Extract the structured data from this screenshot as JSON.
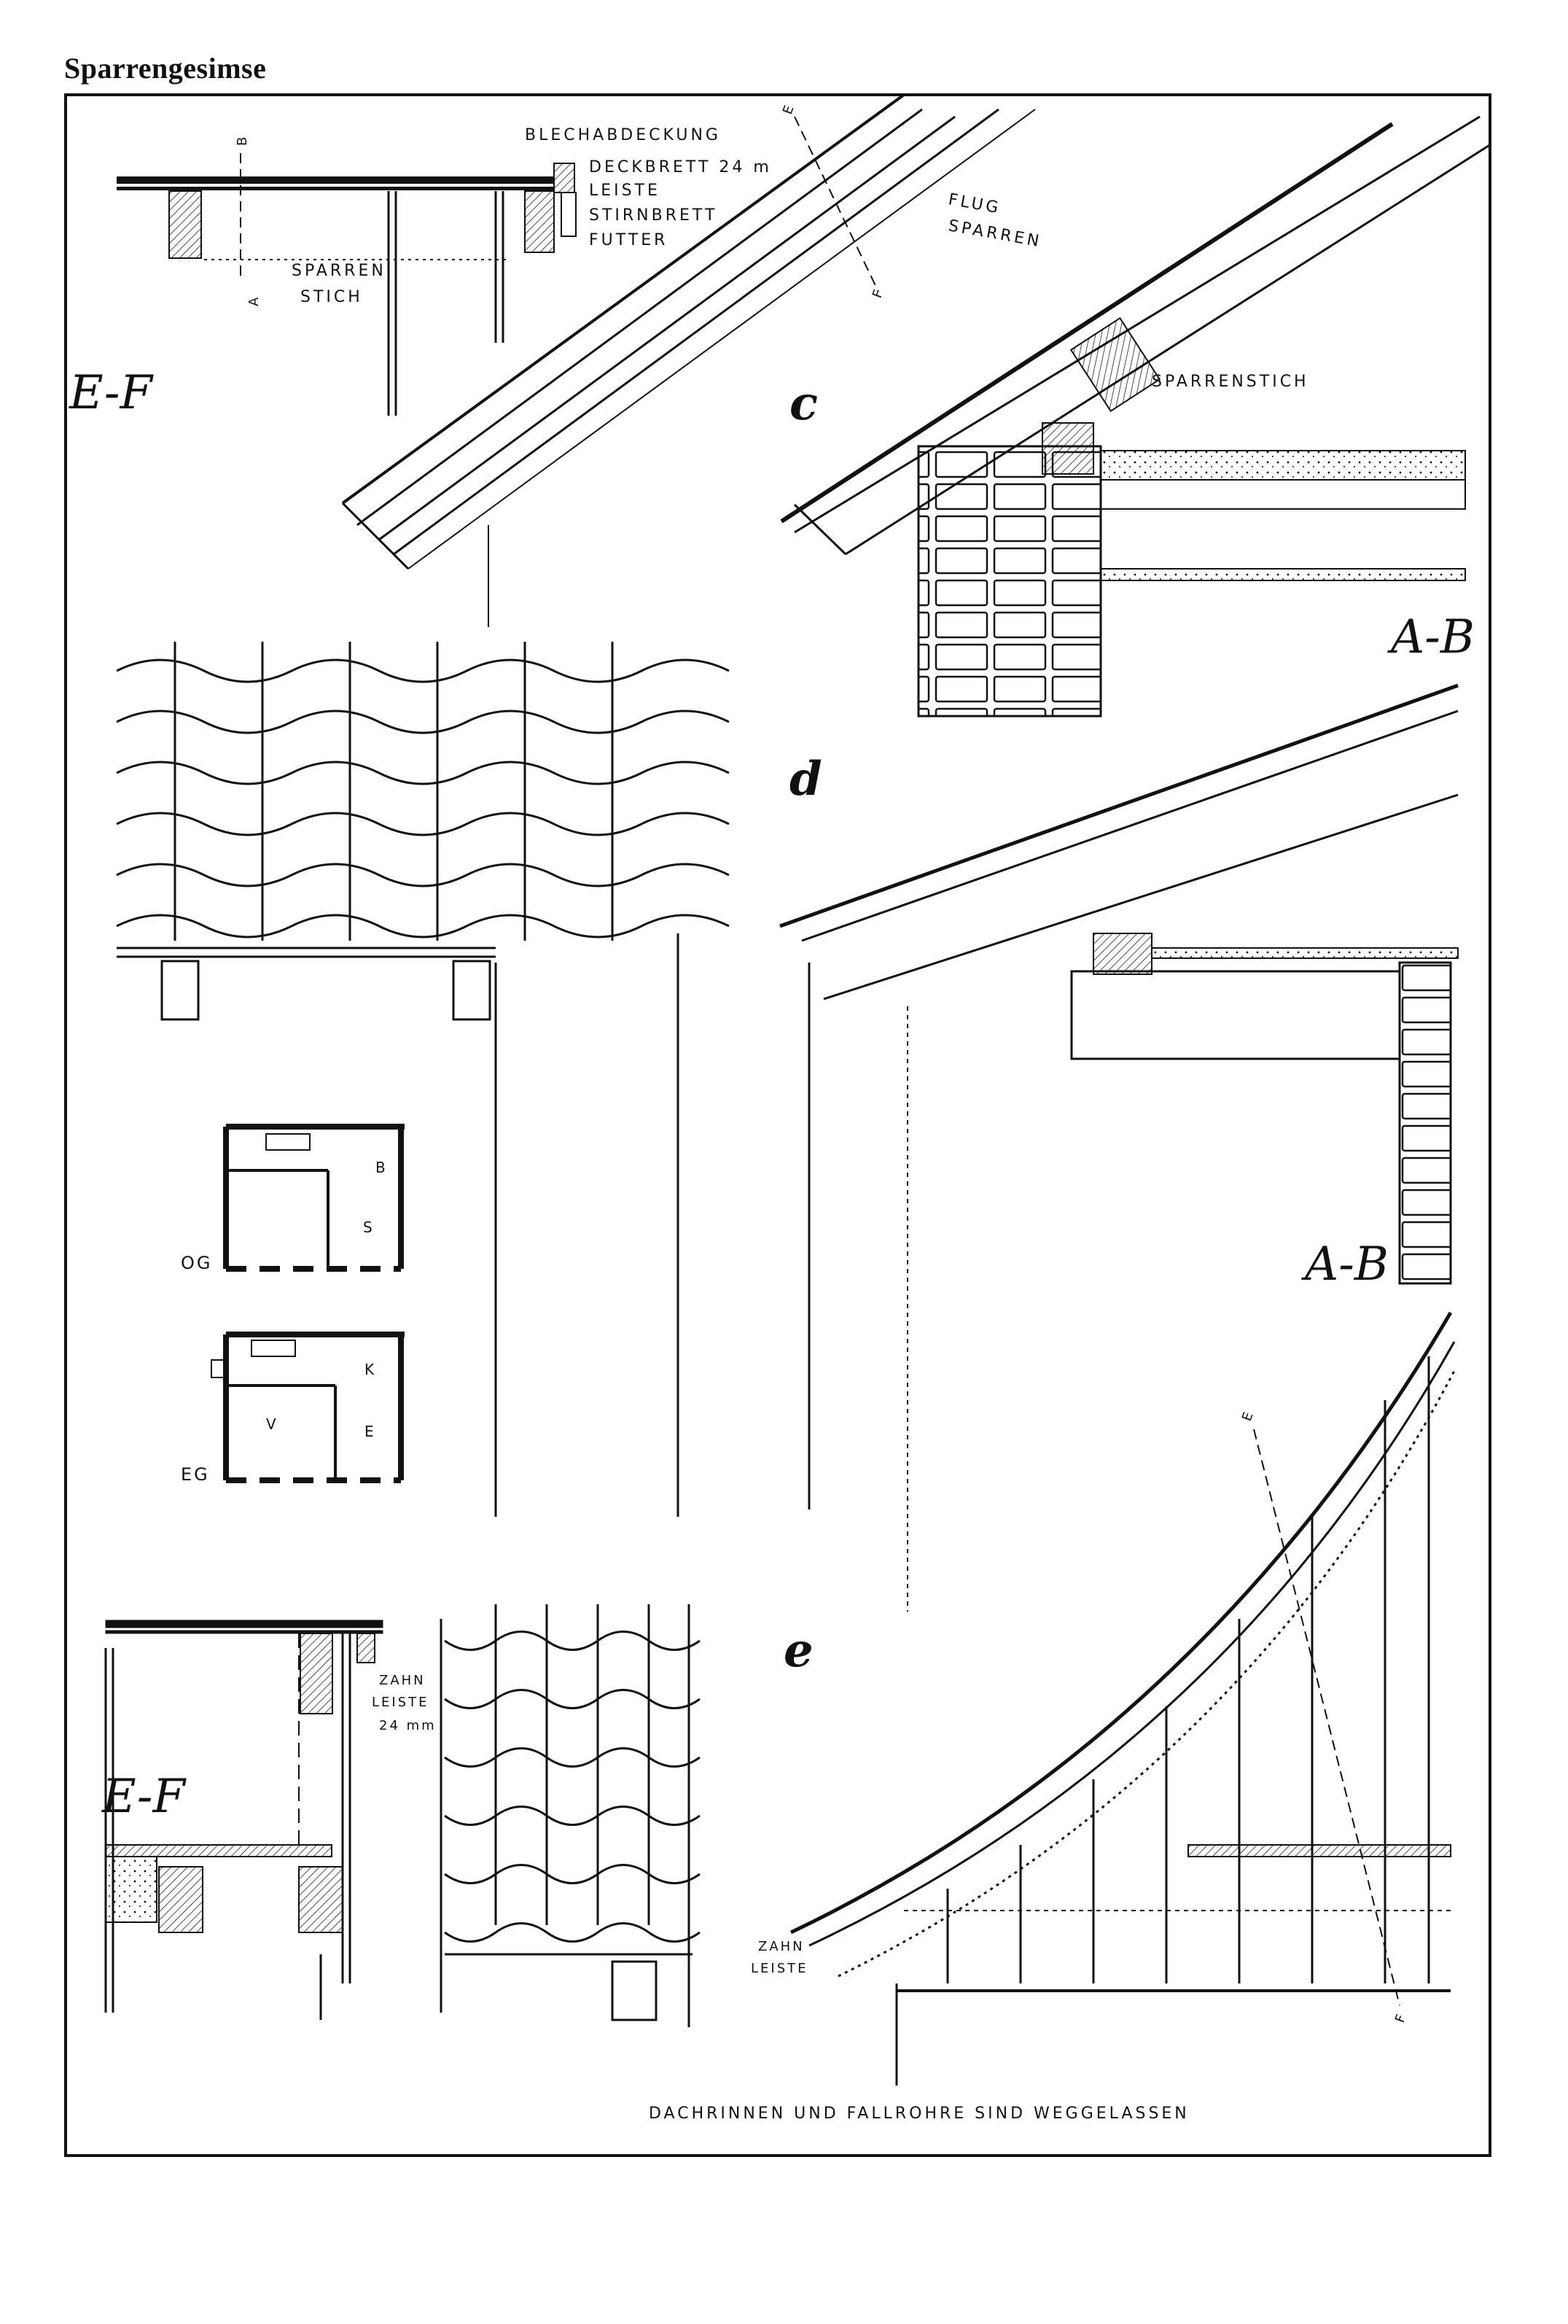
{
  "title": "Sparrengesimse",
  "figure_labels": [
    "c",
    "d",
    "e"
  ],
  "section_labels": {
    "ef_top": "E-F",
    "ab_c": "A-B",
    "ab_d": "A-B",
    "ef_bottom": "E-F"
  },
  "cut_markers": {
    "a": "A",
    "b": "B",
    "e": "E",
    "f": "F"
  },
  "annotations": {
    "blechabdeckung": "BLECHABDECKUNG",
    "deckbrett": "DECKBRETT 24 m",
    "leiste": "LEISTE",
    "stirnbrett": "STIRNBRETT",
    "futter": "FUTTER",
    "sparrenstich_top": "SPARREN",
    "sparrenstich_bottom": "STICH",
    "flugsparren_1": "FLUG",
    "flugsparren_2": "SPARREN",
    "sparrenstich_c": "SPARRENSTICH",
    "zahnleiste_1": "ZAHN",
    "zahnleiste_2": "LEISTE",
    "zahnleiste_3": "24 mm",
    "zahnleiste_e1": "ZAHN",
    "zahnleiste_e2": "LEISTE",
    "footnote": "DACHRINNEN UND FALLROHRE SIND WEGGELASSEN"
  },
  "floor_plans": {
    "og": "OG",
    "eg": "EG",
    "rooms": [
      "B",
      "S",
      "K",
      "V",
      "E"
    ]
  }
}
